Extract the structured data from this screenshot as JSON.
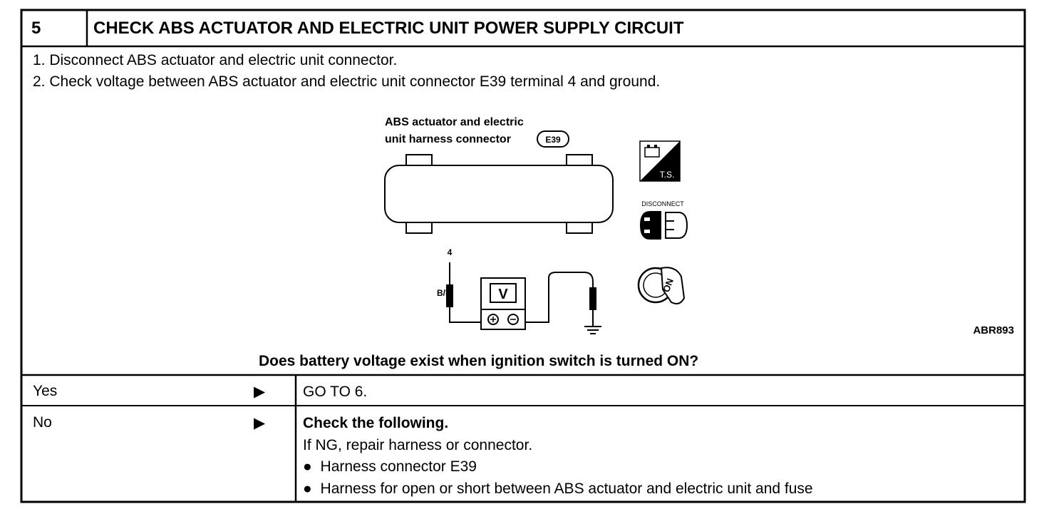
{
  "header": {
    "step_number": "5",
    "title": "CHECK ABS ACTUATOR AND ELECTRIC UNIT POWER SUPPLY CIRCUIT"
  },
  "steps": [
    "1.  Disconnect ABS actuator and electric unit connector.",
    "2.  Check voltage between ABS actuator and electric unit connector E39 terminal 4 and ground."
  ],
  "figure": {
    "connector_label_line1": "ABS actuator and electric",
    "connector_label_line2": "unit harness connector",
    "connector_id": "E39",
    "terminal": "4",
    "wire_color": "B/P",
    "meter_label": "V",
    "ts_label": "T.S.",
    "disconnect_label": "DISCONNECT",
    "ignition_label": "ON",
    "figure_code": "ABR893",
    "icons": [
      "battery-ts-icon",
      "disconnect-connector-icon",
      "ignition-key-on-icon",
      "voltmeter-icon",
      "ground-icon"
    ]
  },
  "question": "Does battery voltage exist when ignition switch is turned ON?",
  "answers": {
    "yes": {
      "label": "Yes",
      "arrow": "▶",
      "result": "GO TO 6."
    },
    "no": {
      "label": "No",
      "arrow": "▶",
      "result_title": "Check the following.",
      "result_line": "If NG, repair harness or connector.",
      "bullets": [
        "Harness connector E39",
        "Harness for open or short between ABS actuator and electric unit and fuse"
      ]
    }
  }
}
